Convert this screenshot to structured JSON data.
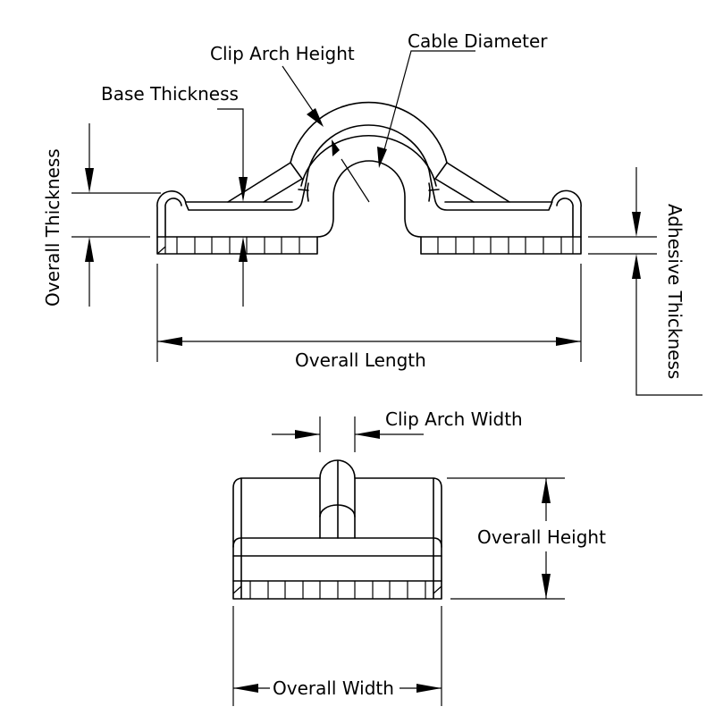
{
  "diagram": {
    "type": "technical-drawing",
    "subject": "adhesive cable clip",
    "line_color": "#000000",
    "background": "#ffffff",
    "side_view": {
      "labels": {
        "clip_arch_height": "Clip Arch Height",
        "cable_diameter": "Cable Diameter",
        "base_thickness": "Base Thickness",
        "overall_thickness": "Overall Thickness",
        "adhesive_thickness": "Adhesive Thickness",
        "overall_length": "Overall Length"
      }
    },
    "front_view": {
      "labels": {
        "clip_arch_width": "Clip Arch Width",
        "overall_height": "Overall Height",
        "overall_width": "Overall Width"
      }
    }
  }
}
